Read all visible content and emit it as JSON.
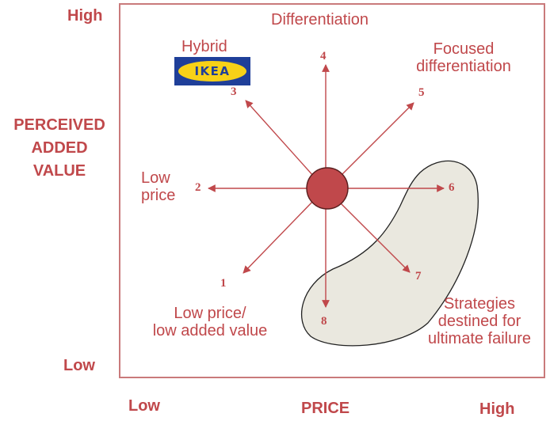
{
  "axes": {
    "y_high": "High",
    "y_low": "Low",
    "y_title_lines": [
      "PERCEIVED",
      "ADDED",
      "VALUE"
    ],
    "x_low": "Low",
    "x_title": "PRICE",
    "x_high": "High"
  },
  "strategies": {
    "differentiation": "Differentiation",
    "hybrid": "Hybrid",
    "focused_lines": [
      "Focused",
      "differentiation"
    ],
    "low_price_lines": [
      "Low",
      "price"
    ],
    "low_value_lines": [
      "Low price/",
      "low added value"
    ],
    "failure_lines": [
      "Strategies",
      "destined for",
      "ultimate failure"
    ]
  },
  "logo": {
    "text": "IKEA"
  },
  "numbers": [
    "1",
    "2",
    "3",
    "4",
    "5",
    "6",
    "7",
    "8"
  ],
  "colors": {
    "accent": "#c0484b",
    "frame": "#c97a7b",
    "center_fill": "#c0484b",
    "blob_fill": "#eae8df",
    "logo_blue": "#1f3f99",
    "logo_yellow": "#f7d117"
  }
}
